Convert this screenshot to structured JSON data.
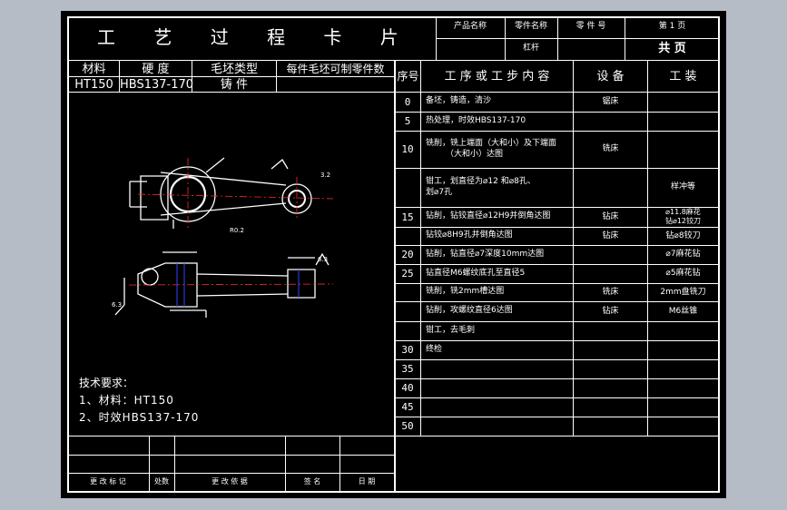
{
  "header": {
    "title": "工 艺 过 程 卡 片",
    "product_name_label": "产品名称",
    "part_name_label": "零件名称",
    "part_no_label": "零 件 号",
    "page_label": "第 1 页",
    "part_name_value": "杠杆",
    "total_label": "共   页"
  },
  "material_table": {
    "headers": [
      "材料",
      "硬 度",
      "毛坯类型",
      "每件毛坯可制零件数"
    ],
    "values": [
      "HT150",
      "HBS137-170",
      "铸 件",
      ""
    ]
  },
  "process_table": {
    "headers": {
      "seq": "序号",
      "content": "工 序 或 工 步 内 容",
      "equipment": "设 备",
      "tooling": "工 装"
    },
    "rows": [
      {
        "seq": "0",
        "content": [
          "备坯，铸造，清沙"
        ],
        "equipment": "锯床",
        "tooling": ""
      },
      {
        "seq": "5",
        "content": [
          "热处理，时效HBS137-170"
        ],
        "equipment": "",
        "tooling": ""
      },
      {
        "seq": "10",
        "content": [
          "铣削，铣上端面（大和小）及下端面",
          "（大和小）达图"
        ],
        "equipment": "铣床",
        "tooling": ""
      },
      {
        "seq": "",
        "content": [
          "钳工，划直径为⌀12 和⌀8孔、",
          "划⌀7孔"
        ],
        "equipment": "",
        "tooling": "样冲等"
      },
      {
        "seq": "15",
        "content": [
          "钻削，钻铰直径⌀12H9并倒角达图"
        ],
        "equipment": "钻床",
        "tooling": [
          "⌀11.8麻花",
          "钻⌀12铰刀"
        ]
      },
      {
        "seq": "",
        "content": [
          "钻铰⌀8H9孔并倒角达图"
        ],
        "equipment": "钻床",
        "tooling": "钻⌀8铰刀"
      },
      {
        "seq": "20",
        "content": [
          "钻削，钻直径⌀7深度10mm达图"
        ],
        "equipment": "",
        "tooling": "⌀7麻花钻"
      },
      {
        "seq": "25",
        "content": [
          "钻直径M6螺纹底孔至直径5"
        ],
        "equipment": "",
        "tooling": "⌀5麻花钻"
      },
      {
        "seq": "",
        "content": [
          "铣削，铣2mm槽达图"
        ],
        "equipment": "铣床",
        "tooling": "2mm盘铣刀"
      },
      {
        "seq": "",
        "content": [
          "钻削，攻螺纹直径6达图"
        ],
        "equipment": "钻床",
        "tooling": "M6丝锥"
      },
      {
        "seq": "",
        "content": [
          "钳工，去毛刺"
        ],
        "equipment": "",
        "tooling": ""
      },
      {
        "seq": "30",
        "content": [
          "终检"
        ],
        "equipment": "",
        "tooling": ""
      },
      {
        "seq": "35",
        "content": [
          ""
        ],
        "equipment": "",
        "tooling": ""
      },
      {
        "seq": "40",
        "content": [
          ""
        ],
        "equipment": "",
        "tooling": ""
      },
      {
        "seq": "45",
        "content": [
          ""
        ],
        "equipment": "",
        "tooling": ""
      },
      {
        "seq": "50",
        "content": [
          ""
        ],
        "equipment": "",
        "tooling": ""
      }
    ]
  },
  "tech_requirements": {
    "title": "技术要求：",
    "items": [
      "1、材料：HT150",
      "2、时效HBS137-170"
    ]
  },
  "drawing_labels": {
    "dim_small": "R0.2",
    "roughness_1": "3.2",
    "roughness_2": "6.3",
    "roughness_3": "6.3"
  },
  "revision_block": {
    "labels": [
      "更 改 标 记",
      "处数",
      "更 改 依 据",
      "签  名",
      "日  期"
    ]
  },
  "colors": {
    "sheet": "#000000",
    "line": "#ffffff",
    "background": "#b6bcc6",
    "drawing_red": "#ff2a2a",
    "drawing_blue": "#3344ff"
  }
}
